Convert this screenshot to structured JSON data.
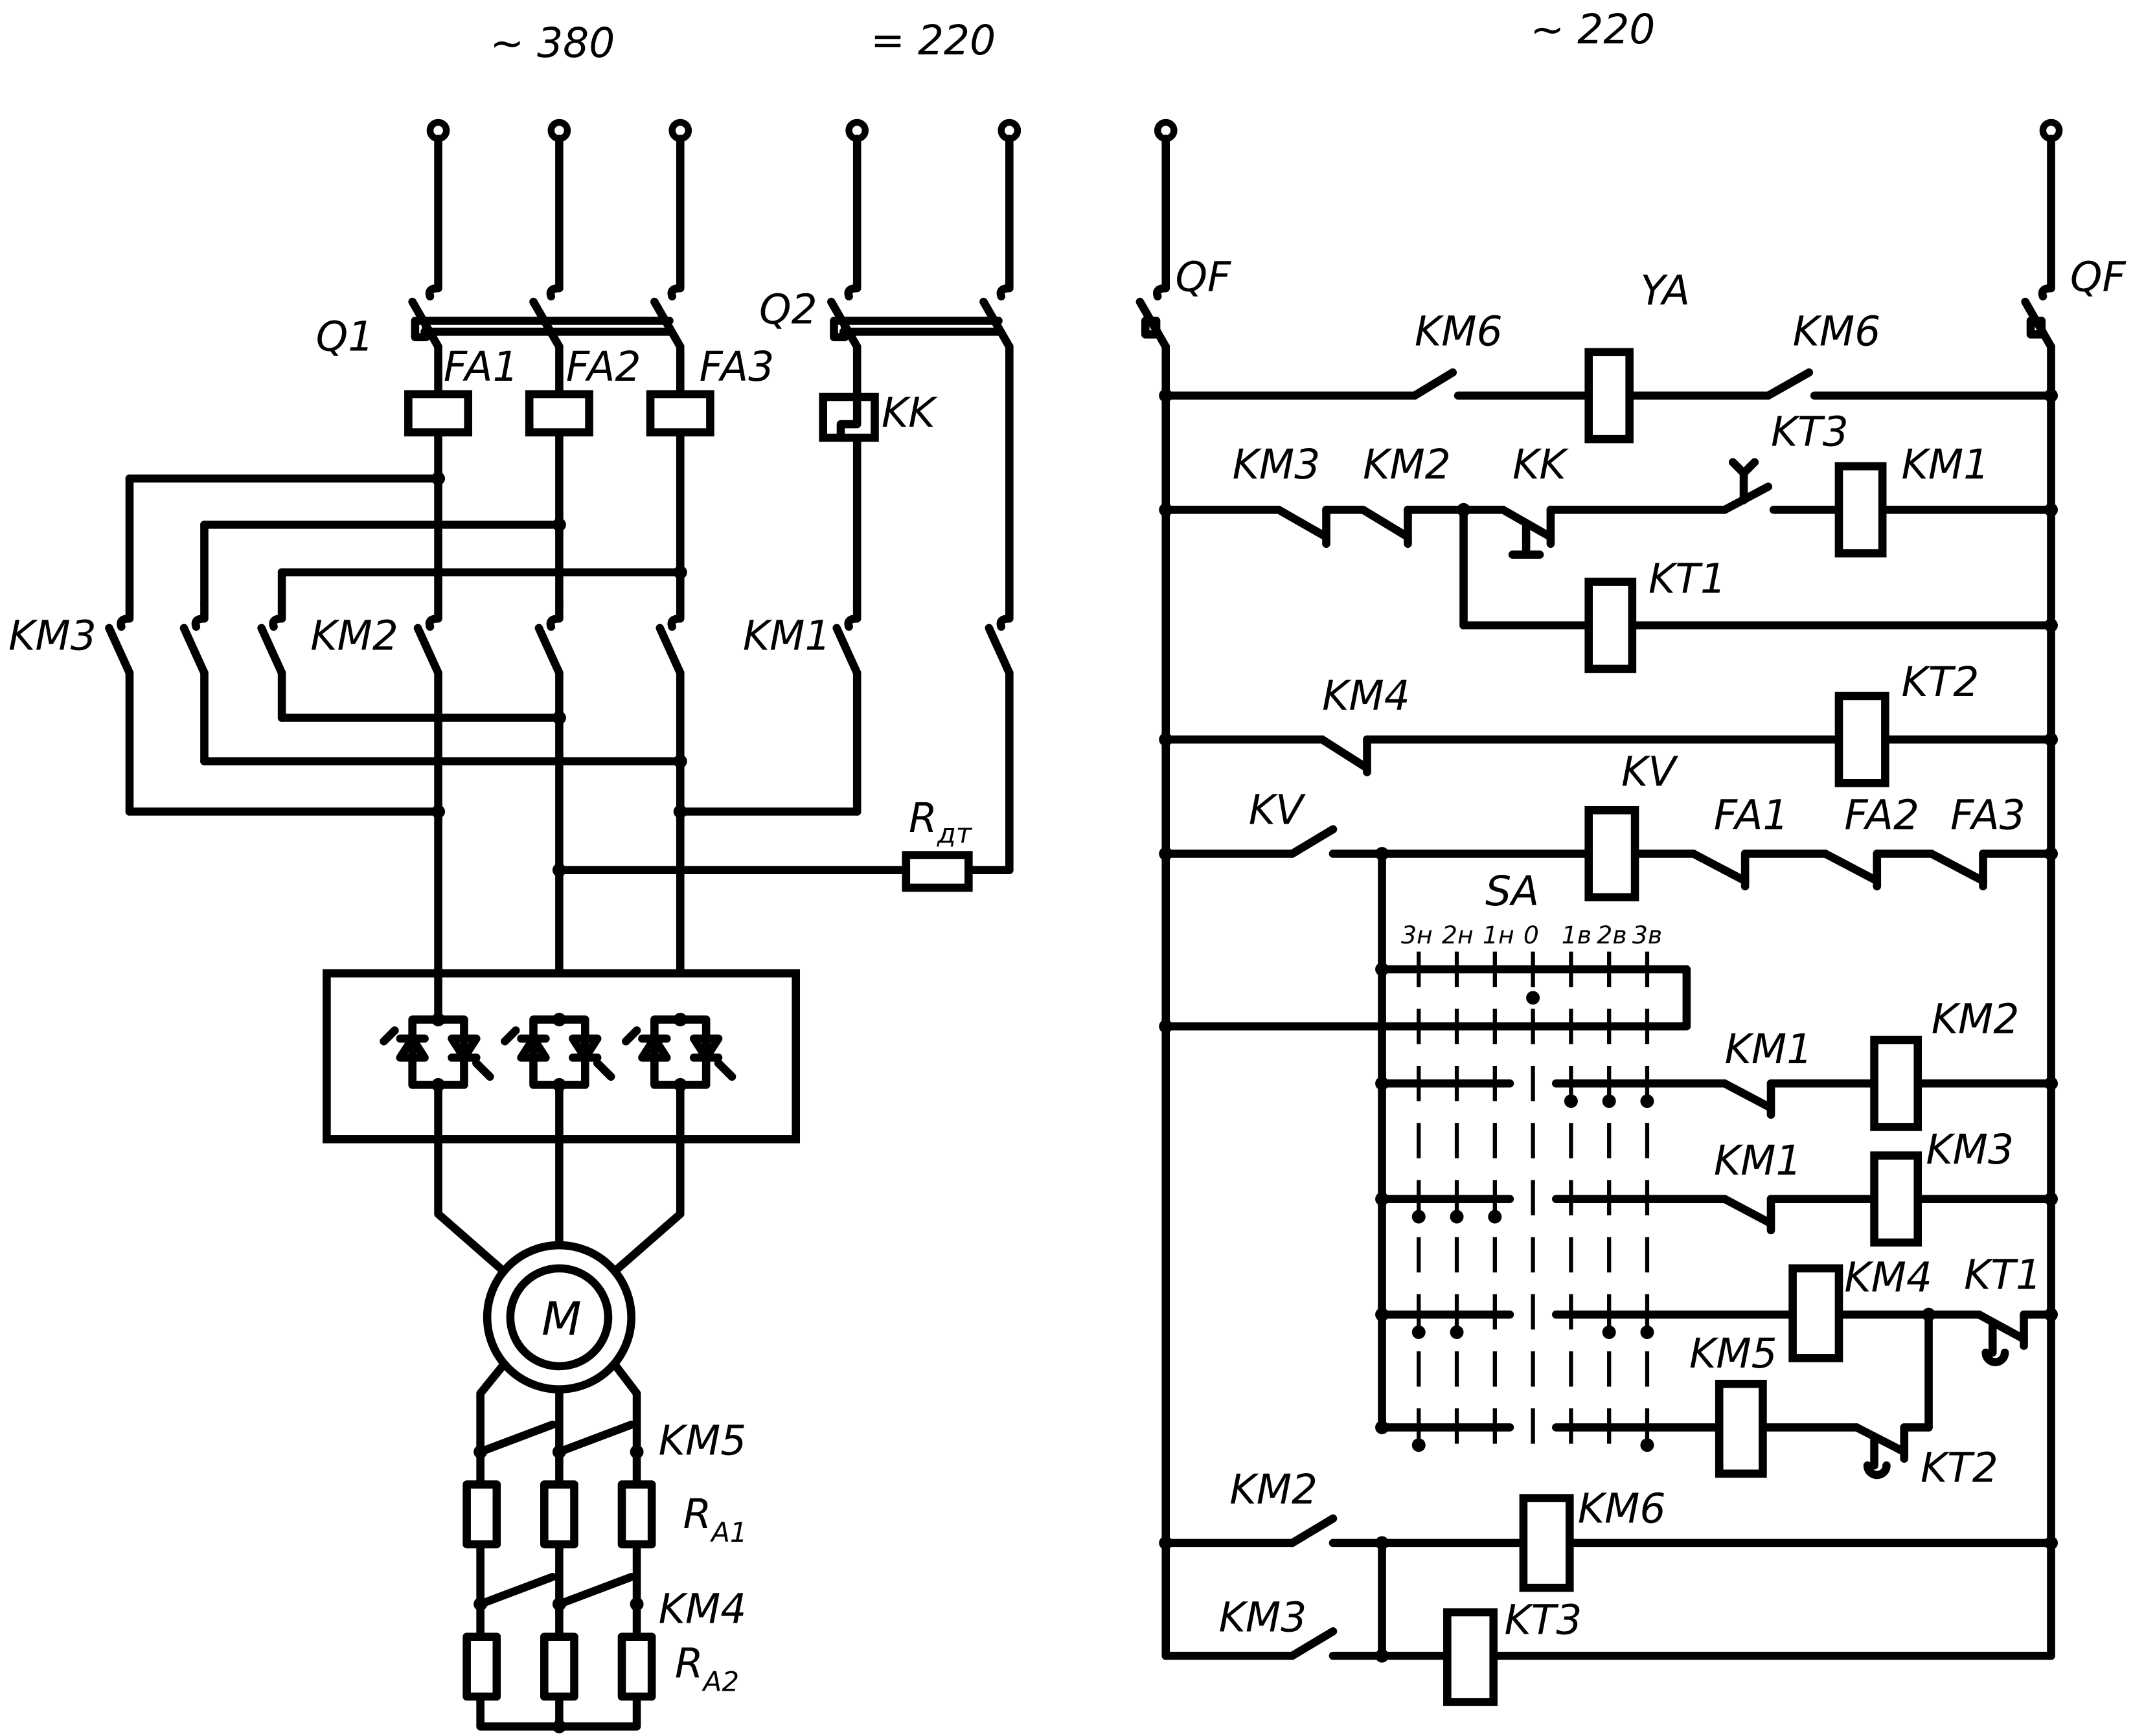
{
  "supplies": {
    "ac380": "~ 380",
    "dc220": "= 220",
    "ac220": "~ 220"
  },
  "power": {
    "q1": "Q1",
    "q2": "Q2",
    "fa1": "FA1",
    "fa2": "FA2",
    "fa3": "FA3",
    "kk": "KK",
    "km3": "KM3",
    "km2": "KM2",
    "km1": "KM1",
    "rdt_main": "R",
    "rdt_sub": "дт",
    "motor": "M",
    "km5": "KM5",
    "km4": "KM4",
    "ra1_main": "R",
    "ra1_sub": "A1",
    "ra2_main": "R",
    "ra2_sub": "A2"
  },
  "control": {
    "qf_left": "QF",
    "qf_right": "QF",
    "r1": {
      "km6a": "KM6",
      "ya": "YA",
      "km6b": "KM6"
    },
    "r2": {
      "km3": "KM3",
      "km2": "KM2",
      "kk": "KK",
      "kt3": "KT3",
      "km1": "KM1"
    },
    "r3": {
      "kt1": "KT1"
    },
    "r4": {
      "km4": "KM4",
      "kt2": "KT2"
    },
    "r5": {
      "kv_contact": "KV",
      "kv_coil": "KV",
      "fa1": "FA1",
      "fa2": "FA2",
      "fa3": "FA3"
    },
    "sa": {
      "label": "SA",
      "positions": [
        "3н",
        "2н",
        "1н",
        "0",
        "1в",
        "2в",
        "3в"
      ]
    },
    "r6": {
      "km1": "KM1",
      "km2": "KM2"
    },
    "r7": {
      "km1": "KM1",
      "km3": "KM3"
    },
    "r8": {
      "km4": "KM4",
      "kt1": "KT1"
    },
    "r9": {
      "km5": "KM5",
      "kt2": "KT2"
    },
    "r10": {
      "km2": "KM2",
      "km6": "KM6"
    },
    "r11": {
      "km3": "KM3",
      "kt3": "KT3"
    }
  }
}
